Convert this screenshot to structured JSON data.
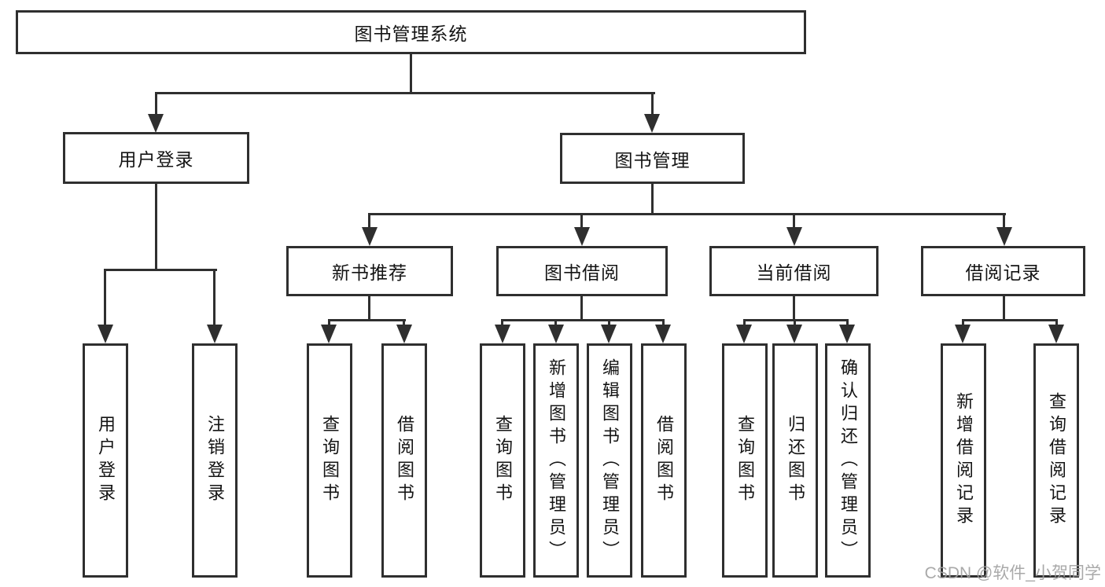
{
  "diagram": {
    "type": "hierarchy-tree",
    "title": "图书管理系统",
    "watermark": "CSDN @软件_小贺同学",
    "colors": {
      "line": "#2f2f2f",
      "border": "#2f2f2f",
      "text": "#141414",
      "background": "#ffffff",
      "watermark": "#a0a0a0"
    }
  },
  "tree": {
    "label": "图书管理系统",
    "children": [
      {
        "label": "用户登录",
        "children": [
          {
            "label": "用户登录"
          },
          {
            "label": "注销登录"
          }
        ]
      },
      {
        "label": "图书管理",
        "children": [
          {
            "label": "新书推荐",
            "children": [
              {
                "label": "查询图书"
              },
              {
                "label": "借阅图书"
              }
            ]
          },
          {
            "label": "图书借阅",
            "children": [
              {
                "label": "查询图书"
              },
              {
                "label": "新增图书（管理员）"
              },
              {
                "label": "编辑图书（管理员）"
              },
              {
                "label": "借阅图书"
              }
            ]
          },
          {
            "label": "当前借阅",
            "children": [
              {
                "label": "查询图书"
              },
              {
                "label": "归还图书"
              },
              {
                "label": "确认归还（管理员）"
              }
            ]
          },
          {
            "label": "借阅记录",
            "children": [
              {
                "label": "新增借阅记录"
              },
              {
                "label": "查询借阅记录"
              }
            ]
          }
        ]
      }
    ]
  }
}
